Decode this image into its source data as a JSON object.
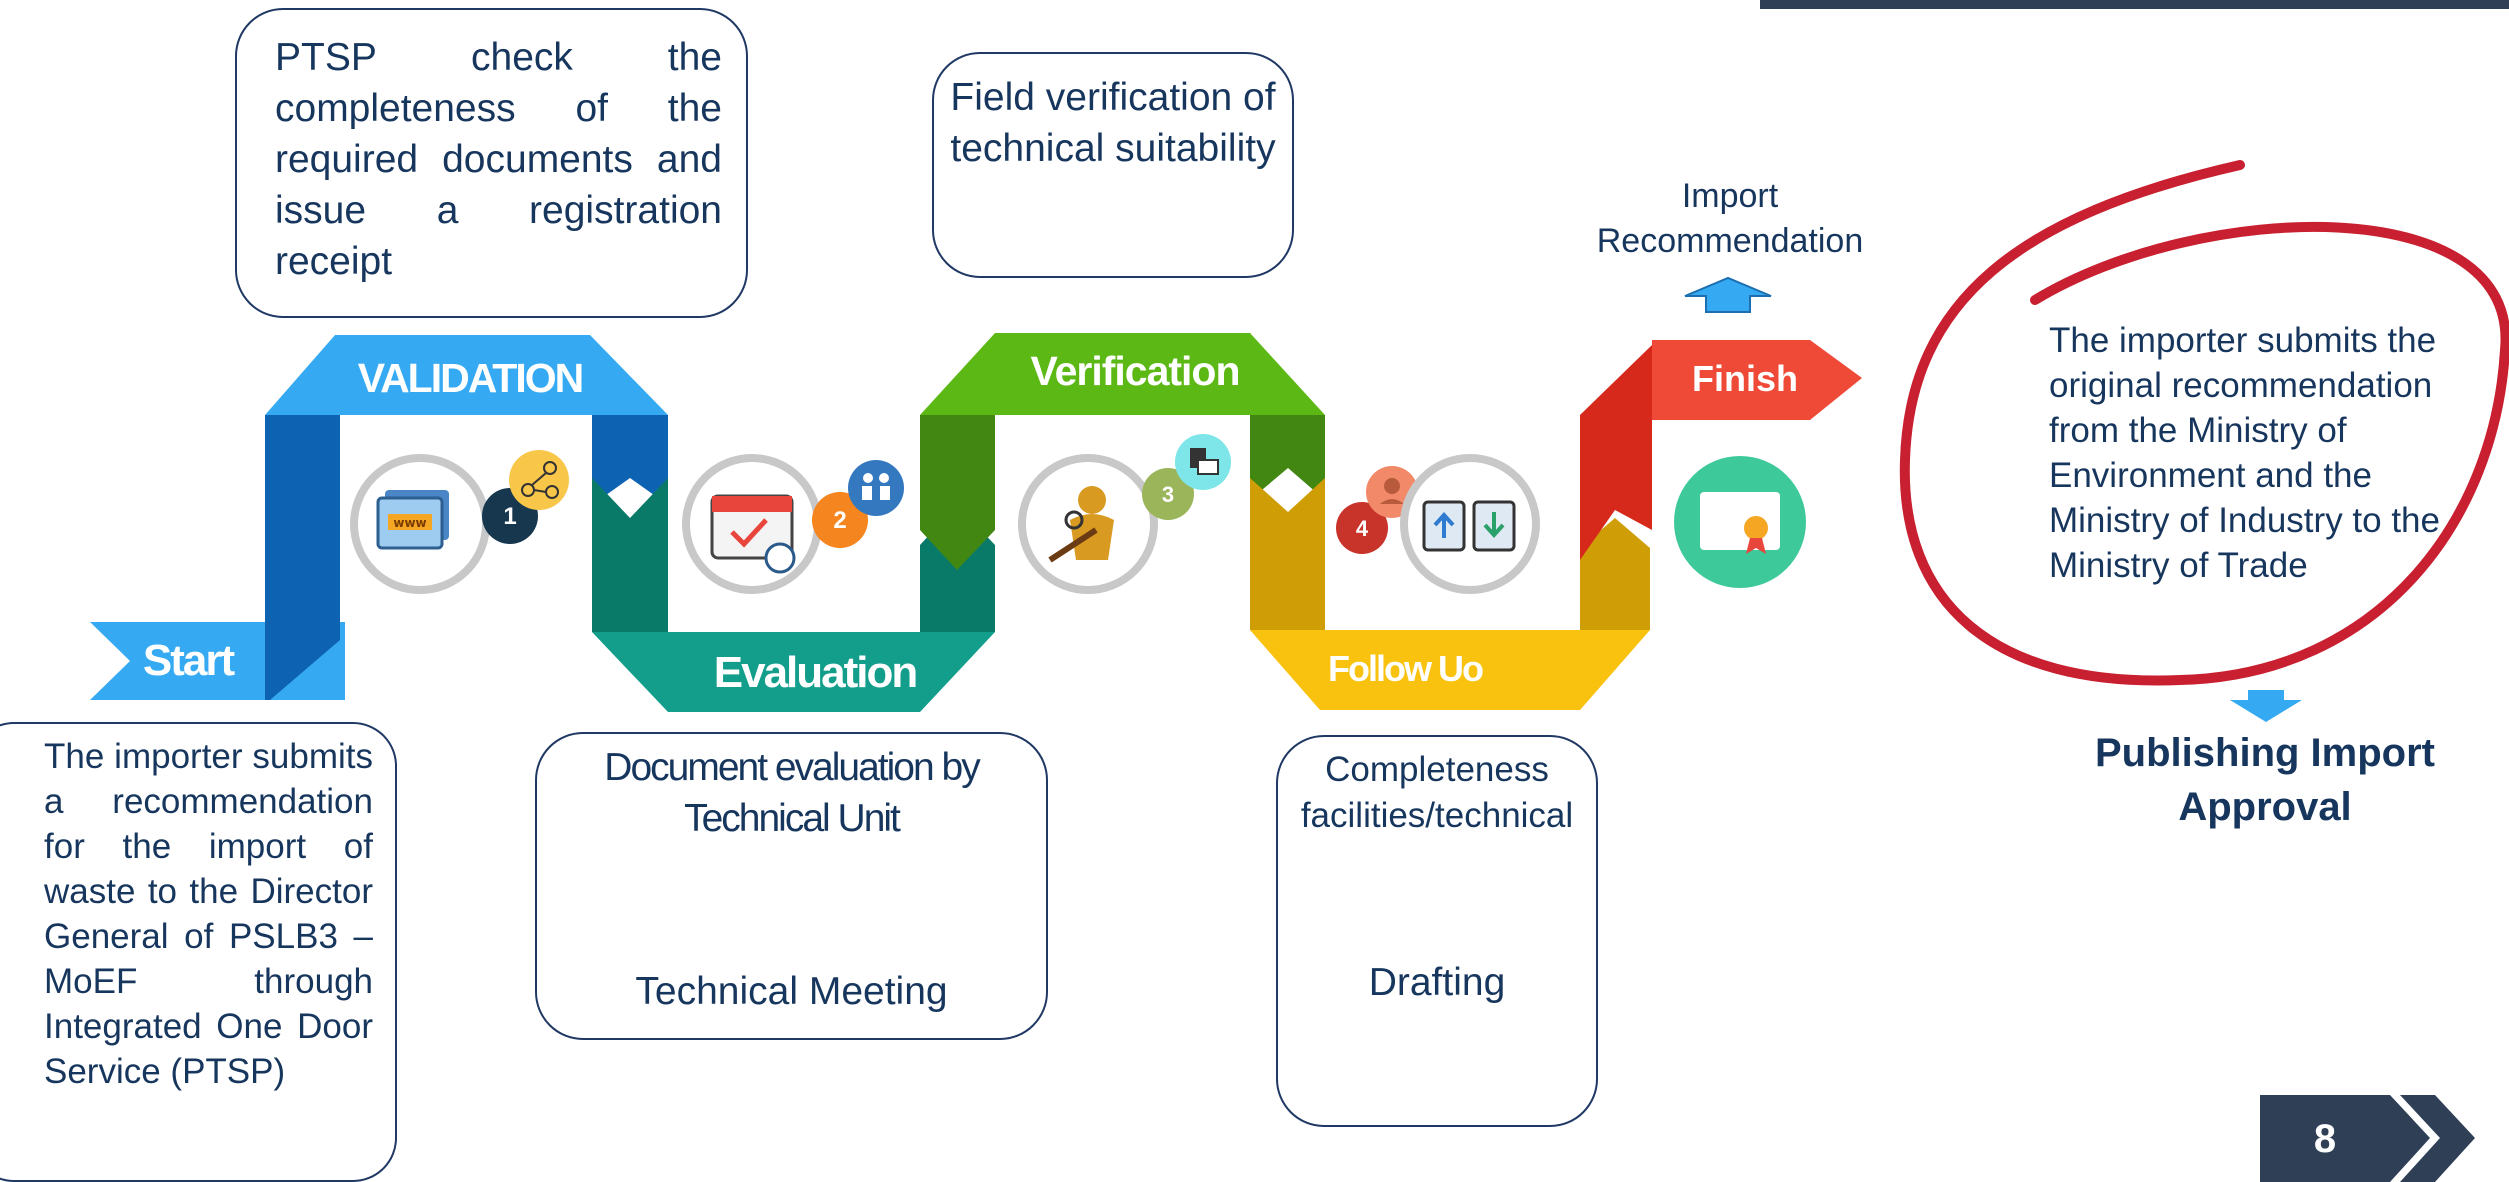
{
  "steps": {
    "start": {
      "label": "Start",
      "note": "The importer submits a recommendation for the import of waste to the Director General of PSLB3 – MoEF through Integrated One Door Service (PTSP)"
    },
    "validation": {
      "label": "VALIDATION",
      "number": "1",
      "note": "PTSP check the completeness of the required documents and issue a registration receipt"
    },
    "evaluation": {
      "label": "Evaluation",
      "number": "2",
      "note": "Document evaluation by Technical Unit",
      "next": "Technical Meeting"
    },
    "verification": {
      "label": "Verification",
      "number": "3",
      "note": "Field verification of technical suitability"
    },
    "follow_up": {
      "label": "Follow Uo",
      "number": "4",
      "note": "Completeness facilities/technical",
      "next": "Drafting"
    },
    "finish": {
      "label": "Finish",
      "above": "Import Recommendation"
    }
  },
  "final_note": "The importer submits the original recommendation from the Ministry of Environment and the Ministry of Industry to the Ministry of Trade",
  "final_result": "Publishing Import Approval",
  "page_number": "8",
  "icons": [
    "website-icon",
    "workflow-icon",
    "calendar-icon",
    "meeting-icon",
    "inspector-icon",
    "document-mail-icon",
    "person-icon",
    "upload-download-docs-icon",
    "certificate-icon"
  ],
  "colors": {
    "blue_light": "#35aaf2",
    "blue_dark": "#0e62b2",
    "teal": "#129e8a",
    "green": "#5cb814",
    "green_dark": "#418712",
    "yellow": "#f9c20f",
    "ochre": "#cf9e06",
    "red": "#ef4a37",
    "red_dark": "#d6291b",
    "navy": "#1f3864",
    "circle_red": "#c82030"
  }
}
